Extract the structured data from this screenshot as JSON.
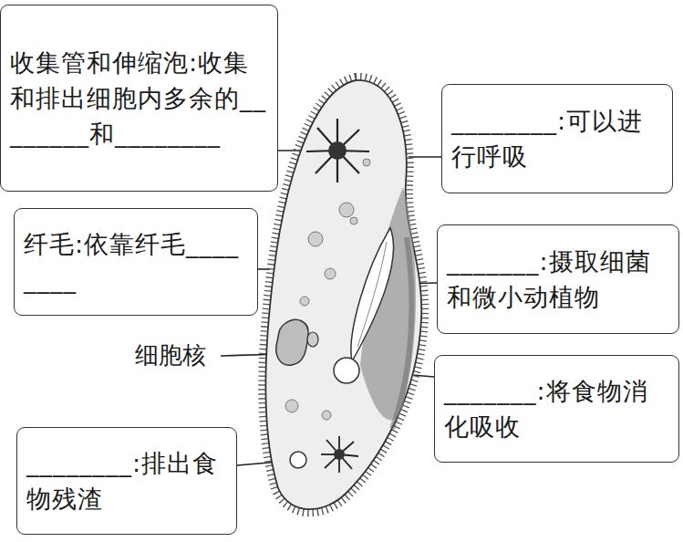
{
  "diagram": {
    "nodes": [
      {
        "text": [
          "收集管和伸缩泡:收集和排出细胞内多余的________和________"
        ]
      },
      {
        "text": [
          "________:可以进行呼吸"
        ]
      },
      {
        "text": [
          "纤毛:依靠纤毛________"
        ]
      },
      {
        "text": [
          "_______:摄取细菌和微小动植物"
        ]
      },
      {
        "text": [
          "_______:将食物消化吸收"
        ]
      },
      {
        "text": [
          "________:排出食物残渣"
        ]
      }
    ],
    "labels": [
      "细胞核"
    ]
  }
}
